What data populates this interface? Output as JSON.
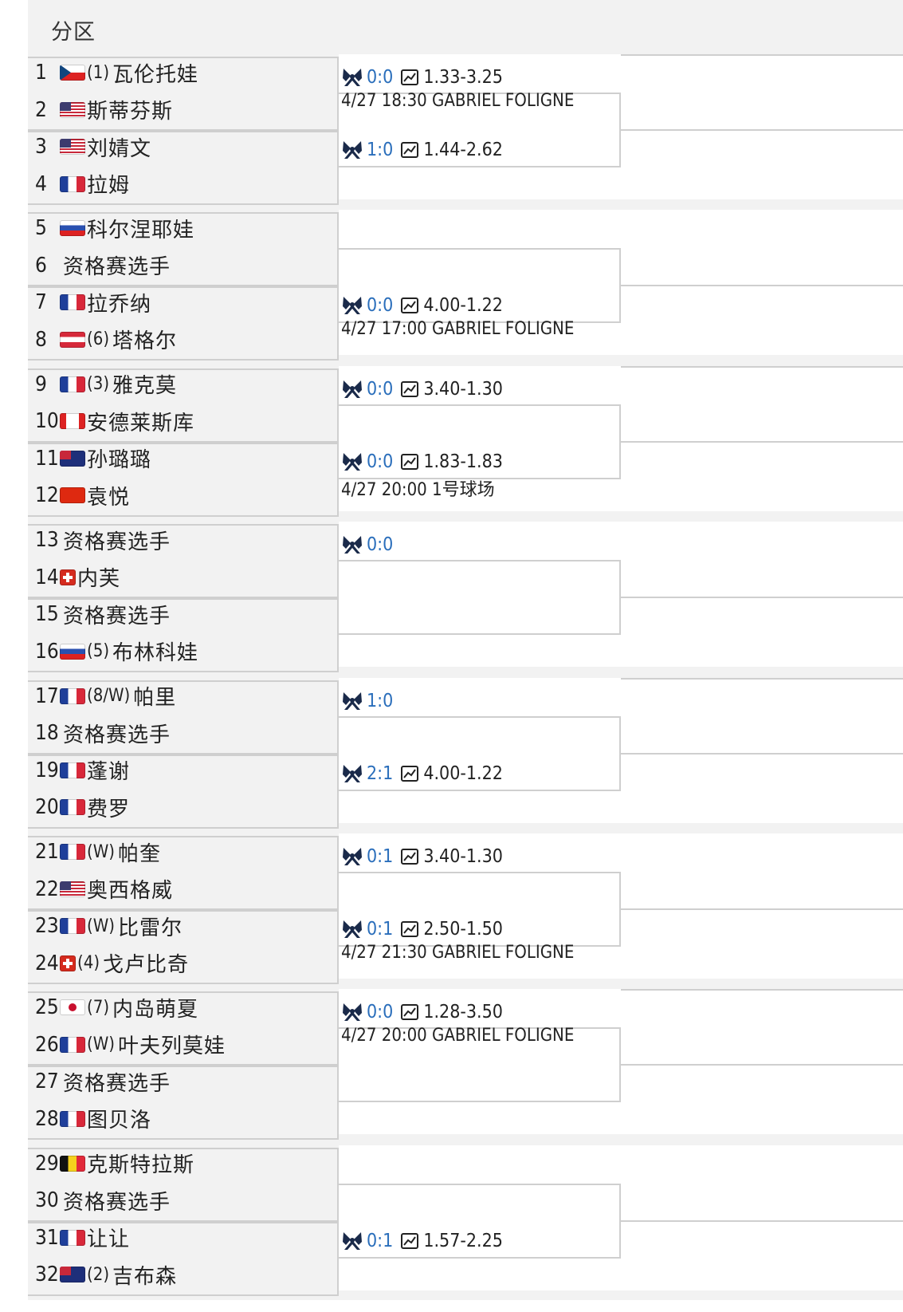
{
  "title": "分区",
  "players": [
    {
      "num": "1",
      "flag": "cz",
      "seed": "(1)",
      "name": "瓦伦托娃"
    },
    {
      "num": "2",
      "flag": "us",
      "seed": "",
      "name": "斯蒂芬斯"
    },
    {
      "num": "3",
      "flag": "us",
      "seed": "",
      "name": "刘婧文"
    },
    {
      "num": "4",
      "flag": "fr",
      "seed": "",
      "name": "拉姆"
    },
    {
      "num": "5",
      "flag": "ru",
      "seed": "",
      "name": "科尔涅耶娃"
    },
    {
      "num": "6",
      "flag": "",
      "seed": "",
      "name": "资格赛选手"
    },
    {
      "num": "7",
      "flag": "fr",
      "seed": "",
      "name": "拉乔纳"
    },
    {
      "num": "8",
      "flag": "at",
      "seed": "(6)",
      "name": "塔格尔"
    },
    {
      "num": "9",
      "flag": "fr",
      "seed": "(3)",
      "name": "雅克莫"
    },
    {
      "num": "10",
      "flag": "ca",
      "seed": "",
      "name": "安德莱斯库"
    },
    {
      "num": "11",
      "flag": "au",
      "seed": "",
      "name": "孙璐璐"
    },
    {
      "num": "12",
      "flag": "cn",
      "seed": "",
      "name": "袁悦"
    },
    {
      "num": "13",
      "flag": "",
      "seed": "",
      "name": "资格赛选手"
    },
    {
      "num": "14",
      "flag": "ch",
      "seed": "",
      "name": "内芙"
    },
    {
      "num": "15",
      "flag": "",
      "seed": "",
      "name": "资格赛选手"
    },
    {
      "num": "16",
      "flag": "ru",
      "seed": "(5)",
      "name": "布林科娃"
    },
    {
      "num": "17",
      "flag": "fr",
      "seed": "(8/W)",
      "name": "帕里"
    },
    {
      "num": "18",
      "flag": "",
      "seed": "",
      "name": "资格赛选手"
    },
    {
      "num": "19",
      "flag": "fr",
      "seed": "",
      "name": "蓬谢"
    },
    {
      "num": "20",
      "flag": "fr",
      "seed": "",
      "name": "费罗"
    },
    {
      "num": "21",
      "flag": "fr",
      "seed": "(W)",
      "name": "帕奎"
    },
    {
      "num": "22",
      "flag": "us",
      "seed": "",
      "name": "奥西格威"
    },
    {
      "num": "23",
      "flag": "fr",
      "seed": "(W)",
      "name": "比雷尔"
    },
    {
      "num": "24",
      "flag": "ch",
      "seed": "(4)",
      "name": "戈卢比奇"
    },
    {
      "num": "25",
      "flag": "jp",
      "seed": "(7)",
      "name": "内岛萌夏"
    },
    {
      "num": "26",
      "flag": "fr",
      "seed": "(W)",
      "name": "叶夫列莫娃"
    },
    {
      "num": "27",
      "flag": "",
      "seed": "",
      "name": "资格赛选手"
    },
    {
      "num": "28",
      "flag": "fr",
      "seed": "",
      "name": "图贝洛"
    },
    {
      "num": "29",
      "flag": "be",
      "seed": "",
      "name": "克斯特拉斯"
    },
    {
      "num": "30",
      "flag": "",
      "seed": "",
      "name": "资格赛选手"
    },
    {
      "num": "31",
      "flag": "fr",
      "seed": "",
      "name": "让让"
    },
    {
      "num": "32",
      "flag": "au",
      "seed": "(2)",
      "name": "吉布森"
    }
  ],
  "matches": [
    {
      "score": "0:0",
      "odds": "1.33-3.25",
      "schedule": "4/27 18:30 GABRIEL FOLIGNE"
    },
    {
      "score": "1:0",
      "odds": "1.44-2.62",
      "schedule": ""
    },
    {
      "score": "",
      "odds": "",
      "schedule": ""
    },
    {
      "score": "0:0",
      "odds": "4.00-1.22",
      "schedule": "4/27 17:00 GABRIEL FOLIGNE"
    },
    {
      "score": "0:0",
      "odds": "3.40-1.30",
      "schedule": ""
    },
    {
      "score": "0:0",
      "odds": "1.83-1.83",
      "schedule": "4/27 20:00 1号球场"
    },
    {
      "score": "0:0",
      "odds": "",
      "schedule": ""
    },
    {
      "score": "",
      "odds": "",
      "schedule": ""
    },
    {
      "score": "1:0",
      "odds": "",
      "schedule": ""
    },
    {
      "score": "2:1",
      "odds": "4.00-1.22",
      "schedule": ""
    },
    {
      "score": "0:1",
      "odds": "3.40-1.30",
      "schedule": ""
    },
    {
      "score": "0:1",
      "odds": "2.50-1.50",
      "schedule": "4/27 21:30 GABRIEL FOLIGNE"
    },
    {
      "score": "0:0",
      "odds": "1.28-3.50",
      "schedule": "4/27 20:00 GABRIEL FOLIGNE"
    },
    {
      "score": "",
      "odds": "",
      "schedule": ""
    },
    {
      "score": "",
      "odds": "",
      "schedule": ""
    },
    {
      "score": "0:1",
      "odds": "1.57-2.25",
      "schedule": ""
    }
  ]
}
